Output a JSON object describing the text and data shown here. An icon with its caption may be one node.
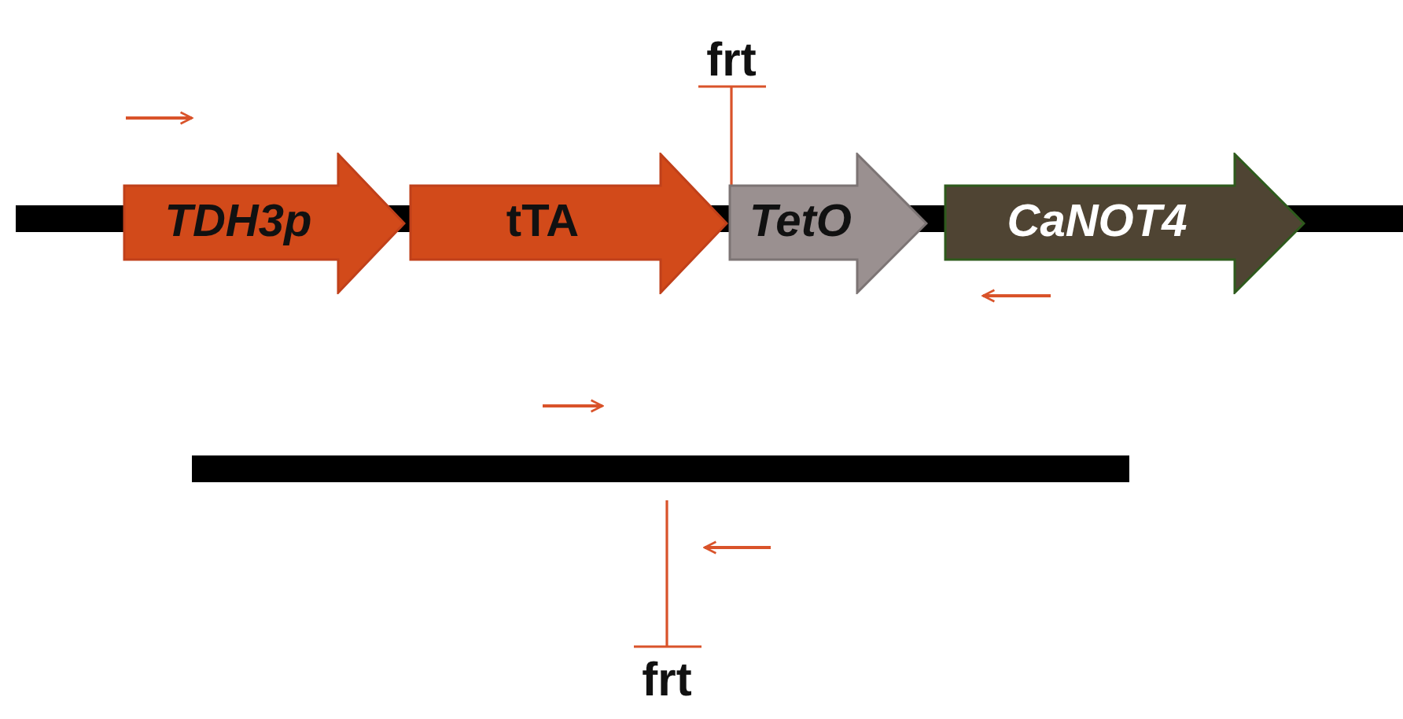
{
  "diagram": {
    "nodes": [
      {
        "text": [
          "TDH3p"
        ]
      },
      {
        "text": [
          "tTA"
        ]
      },
      {
        "text": [
          "TetO"
        ]
      },
      {
        "text": [
          "CaNOT4"
        ]
      },
      {
        "text": [
          "frt"
        ]
      },
      {
        "text": [
          "frt"
        ]
      }
    ],
    "edges": [
      {
        "from": 4,
        "to": 2,
        "arrow": "none"
      },
      {
        "from": 5,
        "to": null,
        "arrow": "none"
      }
    ]
  }
}
